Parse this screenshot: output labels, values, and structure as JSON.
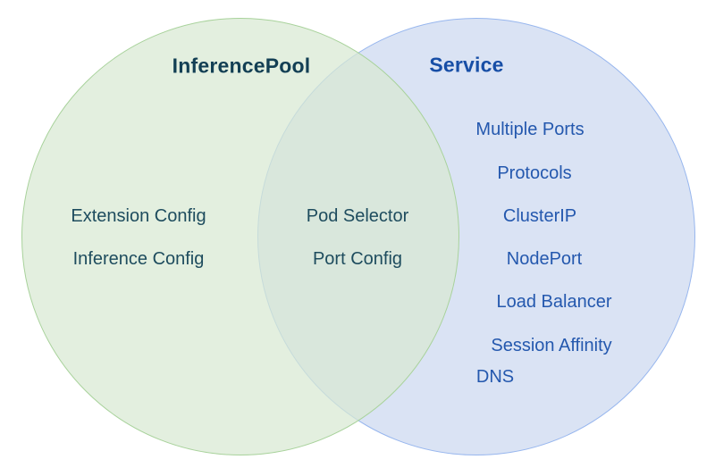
{
  "venn": {
    "left": {
      "title": "InferencePool",
      "items": [
        "Extension Config",
        "Inference Config"
      ],
      "fill": "#e3f0e0",
      "border": "#a8d29b",
      "title_color": "#133f54",
      "item_color": "#1e4c5e"
    },
    "overlap": {
      "items": [
        "Pod Selector",
        "Port Config"
      ],
      "fill": "#d9e7dc",
      "item_color": "#1e4c5e"
    },
    "right": {
      "title": "Service",
      "items": [
        "Multiple Ports",
        "Protocols",
        "ClusterIP",
        "NodePort",
        "Load Balancer",
        "Session Affinity",
        "DNS"
      ],
      "fill": "#dae3f4",
      "border": "#97b6ee",
      "title_color": "#174ea6",
      "item_color": "#2458ae"
    }
  }
}
